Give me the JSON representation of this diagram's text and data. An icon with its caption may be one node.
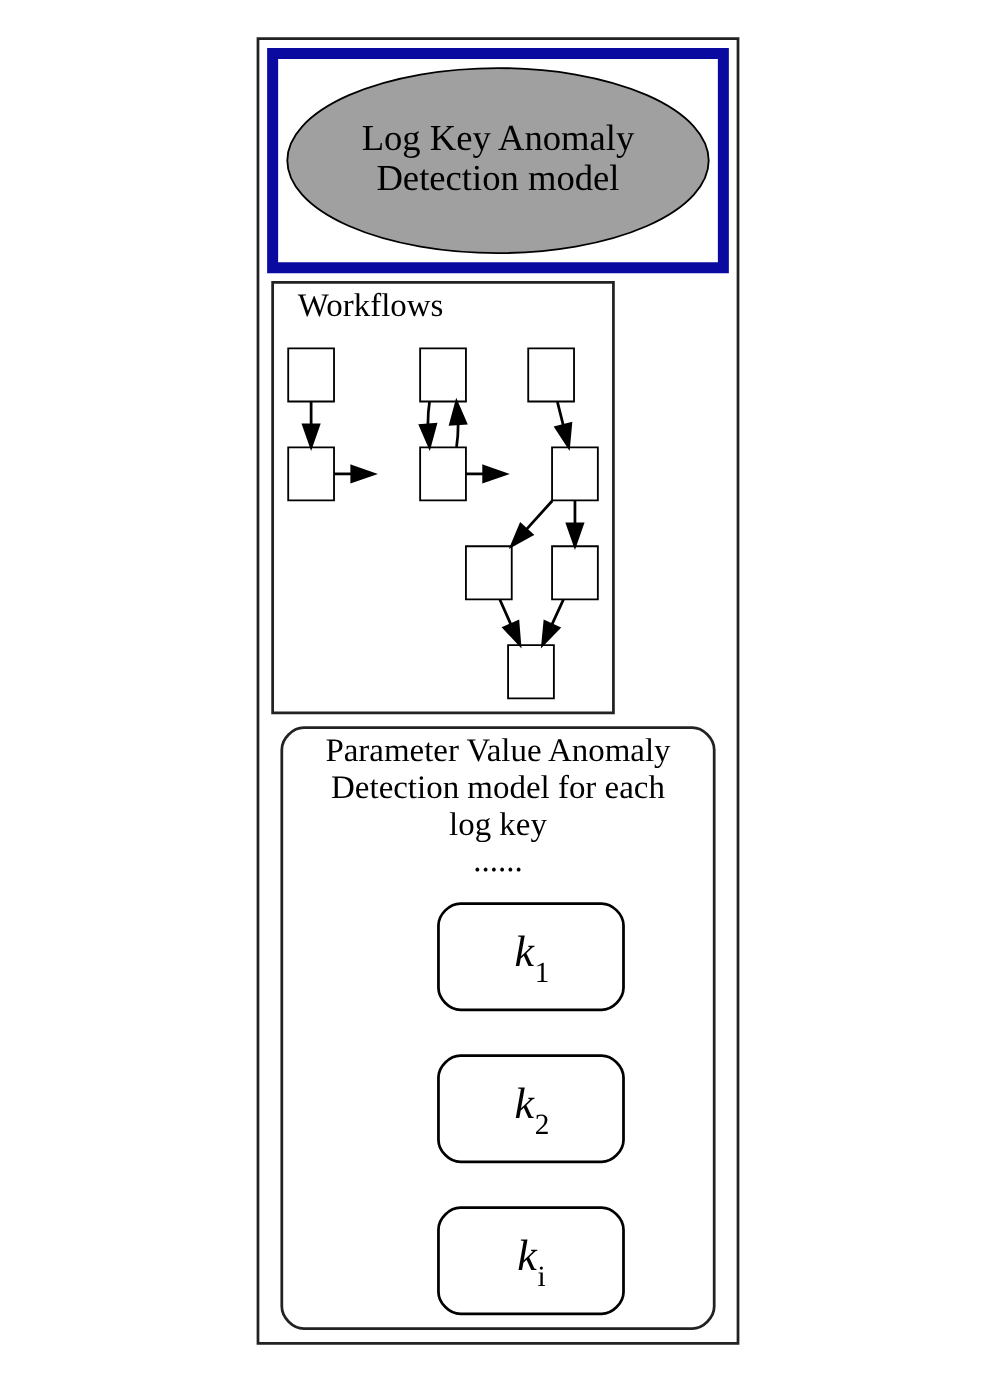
{
  "diagram": {
    "nodes": [
      {
        "text": [],
        "shape": "box"
      },
      {
        "text": [],
        "shape": "box",
        "in": 0
      },
      {
        "text": [
          "Log Key Anomaly Detection model"
        ],
        "in": 1
      },
      {
        "text": [
          "Workflows"
        ],
        "in": 0
      },
      {
        "text": [],
        "shape": "box",
        "in": 3
      },
      {
        "text": [],
        "shape": "box",
        "in": 3
      },
      {
        "text": [],
        "shape": "box",
        "in": 3
      },
      {
        "text": [],
        "shape": "box",
        "in": 3
      },
      {
        "text": [],
        "shape": "box",
        "in": 3
      },
      {
        "text": [],
        "shape": "box",
        "in": 3
      },
      {
        "text": [],
        "shape": "box",
        "in": 3
      },
      {
        "text": [],
        "shape": "box",
        "in": 3
      },
      {
        "text": [],
        "shape": "box",
        "in": 3
      },
      {
        "text": [
          "Parameter Value Anomaly Detection model for each log key",
          "......"
        ],
        "in": 0
      },
      {
        "text": [
          "k$_{1}$"
        ],
        "in": 13
      },
      {
        "text": [
          "k$_{2}$"
        ],
        "in": 13
      },
      {
        "text": [
          "k$_{i}$"
        ],
        "in": 13
      }
    ],
    "edges": [
      {
        "from": 4,
        "to": 5,
        "arrow": "to"
      },
      {
        "from": 5,
        "to": 6,
        "arrow": "to"
      },
      {
        "from": 5,
        "to": 7,
        "arrow": "to"
      },
      {
        "from": 6,
        "to": 8,
        "arrow": "to"
      },
      {
        "from": 7,
        "to": 8,
        "arrow": "to"
      },
      {
        "from": 9,
        "to": 10,
        "arrow": "to"
      },
      {
        "from": 10,
        "to": 9,
        "arrow": "to"
      },
      {
        "from": 10,
        "to": null,
        "arrow": "to"
      },
      {
        "from": 11,
        "to": 12,
        "arrow": "to"
      },
      {
        "from": 12,
        "to": null,
        "arrow": "to"
      }
    ]
  }
}
